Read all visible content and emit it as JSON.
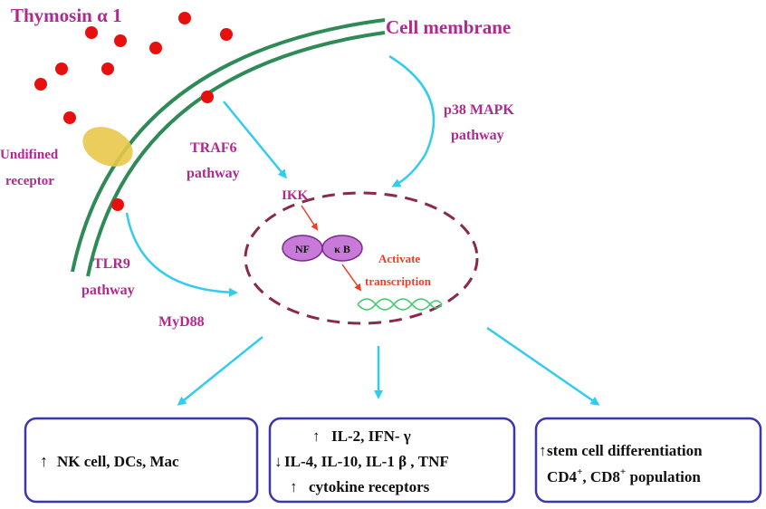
{
  "labels": {
    "thymosin": "Thymosin α 1",
    "cell_membrane": "Cell membrane",
    "receptor_line1": "Undifined",
    "receptor_line2": "receptor",
    "traf6_line1": "TRAF6",
    "traf6_line2": "pathway",
    "p38_line1": "p38 MAPK",
    "p38_line2": "pathway",
    "tlr9_line1": "TLR9",
    "tlr9_line2": "pathway",
    "myd88": "MyD88",
    "ikk": "IKK",
    "nf": "NF",
    "kb": "κ B",
    "activate_line1": "Activate",
    "activate_line2": "transcription"
  },
  "boxes": {
    "left": {
      "arrow": "↑",
      "text": "NK cell, DCs, Mac"
    },
    "middle": {
      "line1_arrow": "↑",
      "line1_text": "IL-2, IFN- γ",
      "line2_arrow": "↓",
      "line2_text": "IL-4, IL-10, IL-1 β , TNF",
      "line3_arrow": "↑",
      "line3_text": "cytokine receptors"
    },
    "right": {
      "line1_arrow": "↑",
      "line1_text": "stem cell differentiation",
      "line2_cd4": "CD4",
      "line2_sup1": "+",
      "line2_mid": ", CD8",
      "line2_sup2": "+",
      "line2_end": " population"
    }
  },
  "colors": {
    "magenta_text": "#b0298f",
    "membrane": "#2e8b57",
    "arrow_cyan": "#33ccee",
    "dot_red": "#e8100e",
    "receptor": "#e8c84a",
    "nucleus_dash": "#8a2a4a",
    "box_border": "#3a35b0",
    "nfkb_fill": "#c87ad8",
    "activate_text": "#e8412b"
  }
}
